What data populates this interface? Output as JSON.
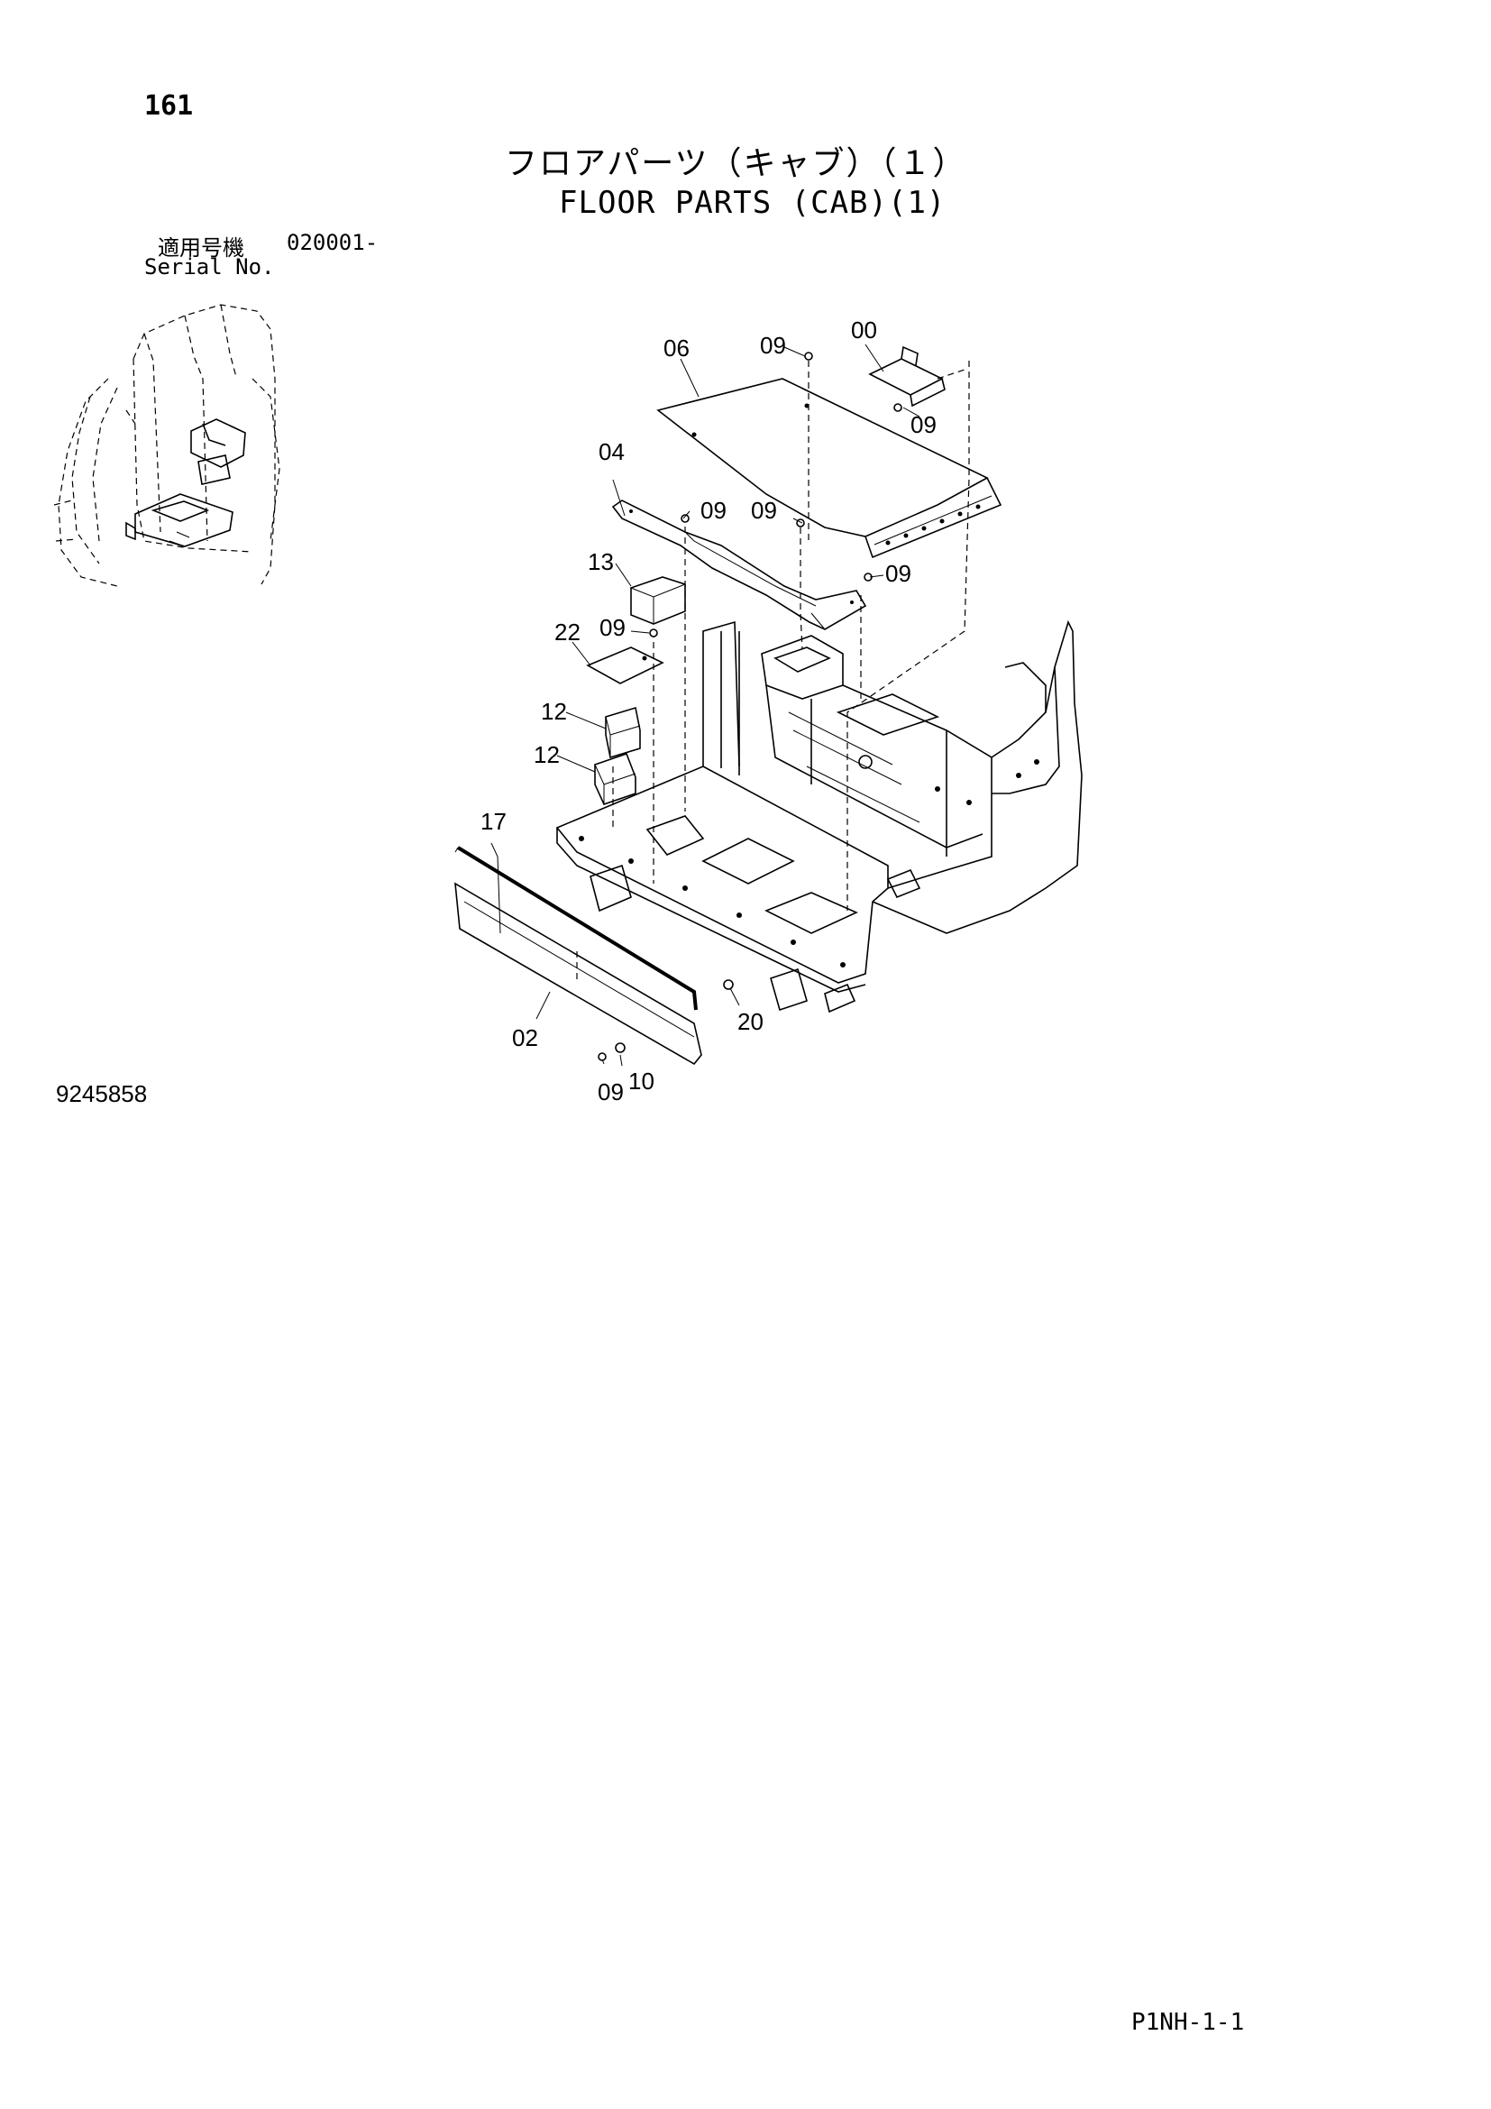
{
  "header": {
    "page_number": "161",
    "title_jp": "フロアパーツ（キャブ）（１）",
    "title_en": "FLOOR PARTS (CAB)(1)",
    "serial_label_jp": "適用号機",
    "serial_value": "020001-",
    "serial_label_en": "Serial No."
  },
  "diagram": {
    "callouts": [
      "00",
      "02",
      "04",
      "06",
      "09",
      "09",
      "09",
      "09",
      "09",
      "09",
      "09",
      "10",
      "12",
      "12",
      "13",
      "17",
      "20",
      "22"
    ],
    "labels": {
      "l00": "00",
      "l02": "02",
      "l04": "04",
      "l06": "06",
      "l09a": "09",
      "l09b": "09",
      "l09c": "09",
      "l09d": "09",
      "l09e": "09",
      "l09f": "09",
      "l09g": "09",
      "l10": "10",
      "l12a": "12",
      "l12b": "12",
      "l13": "13",
      "l17": "17",
      "l20": "20",
      "l22": "22"
    }
  },
  "footer": {
    "drawing_number": "9245858",
    "sheet_code": "P1NH-1-1"
  }
}
